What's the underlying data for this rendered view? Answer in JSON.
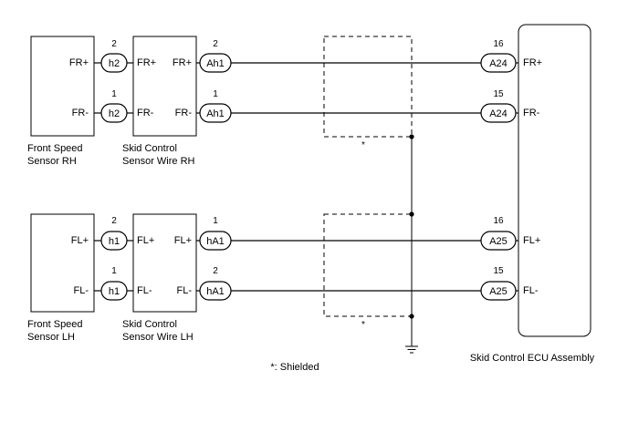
{
  "sensor_rh": {
    "top": "Front Speed",
    "bottom": "Sensor RH",
    "pin_top": "FR+",
    "pin_bottom": "FR-"
  },
  "sensor_lh": {
    "top": "Front Speed",
    "bottom": "Sensor LH",
    "pin_top": "FL+",
    "pin_bottom": "FL-"
  },
  "wire_rh": {
    "top": "Skid Control",
    "bottom": "Sensor Wire RH",
    "left_top": "FR+",
    "left_bottom": "FR-",
    "right_top": "FR+",
    "right_bottom": "FR-"
  },
  "wire_lh": {
    "top": "Skid Control",
    "bottom": "Sensor Wire LH",
    "left_top": "FL+",
    "left_bottom": "FL-",
    "right_top": "FL+",
    "right_bottom": "FL-"
  },
  "connectors": {
    "h2_a": {
      "name": "h2",
      "pin": "2"
    },
    "h2_b": {
      "name": "h2",
      "pin": "1"
    },
    "h1_a": {
      "name": "h1",
      "pin": "2"
    },
    "h1_b": {
      "name": "h1",
      "pin": "1"
    },
    "ah1_a": {
      "name": "Ah1",
      "pin": "2"
    },
    "ah1_b": {
      "name": "Ah1",
      "pin": "1"
    },
    "ha1_a": {
      "name": "hA1",
      "pin": "1"
    },
    "ha1_b": {
      "name": "hA1",
      "pin": "2"
    },
    "a24_a": {
      "name": "A24",
      "pin": "16"
    },
    "a24_b": {
      "name": "A24",
      "pin": "15"
    },
    "a25_a": {
      "name": "A25",
      "pin": "16"
    },
    "a25_b": {
      "name": "A25",
      "pin": "15"
    }
  },
  "ecu": {
    "label": "Skid Control ECU Assembly",
    "pins": [
      "FR+",
      "FR-",
      "FL+",
      "FL-"
    ]
  },
  "shield_mark": "*",
  "legend": "*: Shielded"
}
